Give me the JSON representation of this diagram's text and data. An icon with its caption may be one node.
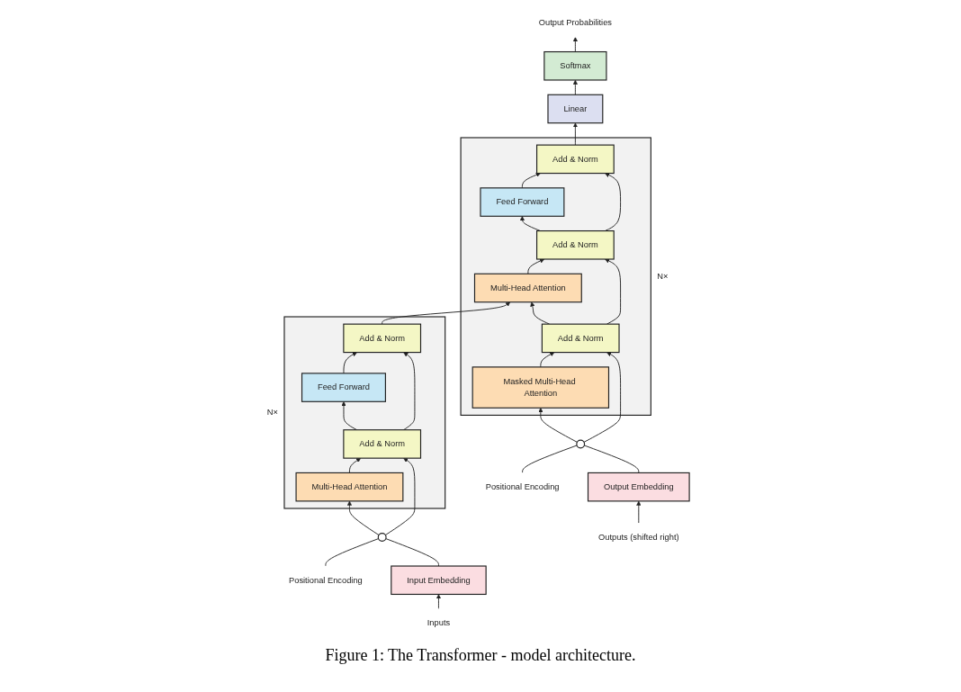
{
  "diagram": {
    "caption": "Figure 1: The Transformer - model architecture.",
    "nodes": [
      {
        "text": [
          "N×"
        ]
      },
      {
        "text": [
          "Add & Norm"
        ],
        "in": 0
      },
      {
        "text": [
          "Feed Forward"
        ],
        "in": 0
      },
      {
        "text": [
          "Add & Norm"
        ],
        "in": 0
      },
      {
        "text": [
          "Multi-Head Attention"
        ],
        "in": 0
      },
      {
        "text": [
          "Positional Encoding"
        ]
      },
      {
        "text": [],
        "shape": "circle"
      },
      {
        "text": [
          "Input Embedding"
        ]
      },
      {
        "text": [
          "Inputs"
        ]
      },
      {
        "text": [
          "N×"
        ]
      },
      {
        "text": [
          "Add & Norm"
        ],
        "in": 9
      },
      {
        "text": [
          "Feed Forward"
        ],
        "in": 9
      },
      {
        "text": [
          "Add & Norm"
        ],
        "in": 9
      },
      {
        "text": [
          "Multi-Head Attention"
        ],
        "in": 9
      },
      {
        "text": [
          "Add & Norm"
        ],
        "in": 9
      },
      {
        "text": [
          "Masked Multi-Head Attention"
        ],
        "in": 9
      },
      {
        "text": [
          "Positional Encoding"
        ]
      },
      {
        "text": [],
        "shape": "circle"
      },
      {
        "text": [
          "Output Embedding"
        ]
      },
      {
        "text": [
          "Outputs (shifted right)"
        ]
      },
      {
        "text": [
          "Linear"
        ]
      },
      {
        "text": [
          "Softmax"
        ]
      },
      {
        "text": [
          "Output Probabilities"
        ]
      }
    ],
    "edges": [
      {
        "from": 8,
        "to": 7,
        "arrow": "to"
      },
      {
        "from": 7,
        "to": 6,
        "arrow": "none"
      },
      {
        "from": 5,
        "to": 6,
        "arrow": "none"
      },
      {
        "from": 6,
        "to": 4,
        "arrow": "to"
      },
      {
        "from": 6,
        "to": 3,
        "arrow": "to"
      },
      {
        "from": 4,
        "to": 3,
        "arrow": "to"
      },
      {
        "from": 3,
        "to": 2,
        "arrow": "to"
      },
      {
        "from": 3,
        "to": 1,
        "arrow": "to"
      },
      {
        "from": 2,
        "to": 1,
        "arrow": "to"
      },
      {
        "from": 1,
        "to": 13,
        "arrow": "to"
      },
      {
        "from": 19,
        "to": 18,
        "arrow": "to"
      },
      {
        "from": 18,
        "to": 17,
        "arrow": "none"
      },
      {
        "from": 16,
        "to": 17,
        "arrow": "none"
      },
      {
        "from": 17,
        "to": 15,
        "arrow": "to"
      },
      {
        "from": 17,
        "to": 14,
        "arrow": "to"
      },
      {
        "from": 15,
        "to": 14,
        "arrow": "to"
      },
      {
        "from": 14,
        "to": 13,
        "arrow": "to"
      },
      {
        "from": 14,
        "to": 12,
        "arrow": "to"
      },
      {
        "from": 13,
        "to": 12,
        "arrow": "to"
      },
      {
        "from": 12,
        "to": 11,
        "arrow": "to"
      },
      {
        "from": 12,
        "to": 10,
        "arrow": "to"
      },
      {
        "from": 11,
        "to": 10,
        "arrow": "to"
      },
      {
        "from": 10,
        "to": 20,
        "arrow": "to"
      },
      {
        "from": 20,
        "to": 21,
        "arrow": "to"
      },
      {
        "from": 21,
        "to": 22,
        "arrow": "to"
      }
    ]
  }
}
